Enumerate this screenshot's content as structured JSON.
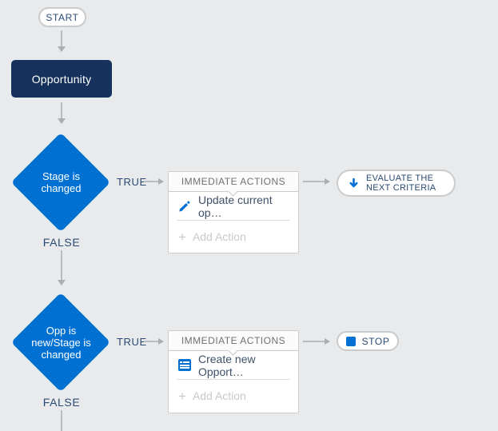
{
  "app": "process-builder-canvas",
  "colors": {
    "canvas_bg": "#e9eaec",
    "brand_blue": "#0070d2",
    "navy_text": "#2b4a73",
    "trigger_bg": "#16325c",
    "node_border": "#c9cbcd",
    "connector_gray": "#b9bbbd",
    "header_text": "#6f7173",
    "action_text": "#3e5067",
    "muted_text": "#c6c8cb"
  },
  "start": {
    "label": "START"
  },
  "trigger": {
    "label": "Opportunity"
  },
  "rows": [
    {
      "criteria_lines": [
        "Stage is",
        "changed"
      ],
      "true_label": "TRUE",
      "false_label": "FALSE",
      "actions": {
        "header": "IMMEDIATE ACTIONS",
        "items": [
          {
            "icon": "pencil-icon",
            "label": "Update current op…"
          }
        ],
        "add_plus": "+",
        "add_label": "Add Action"
      },
      "outcome": {
        "icon": "arrow-down-icon",
        "lines": [
          "EVALUATE THE",
          "NEXT CRITERIA"
        ]
      }
    },
    {
      "criteria_lines": [
        "Opp is",
        "new/Stage is",
        "changed"
      ],
      "true_label": "TRUE",
      "false_label": "FALSE",
      "actions": {
        "header": "IMMEDIATE ACTIONS",
        "items": [
          {
            "icon": "record-icon",
            "label": "Create new Opport…"
          }
        ],
        "add_plus": "+",
        "add_label": "Add Action"
      },
      "outcome": {
        "icon": "stop-icon",
        "label": "STOP"
      }
    }
  ]
}
